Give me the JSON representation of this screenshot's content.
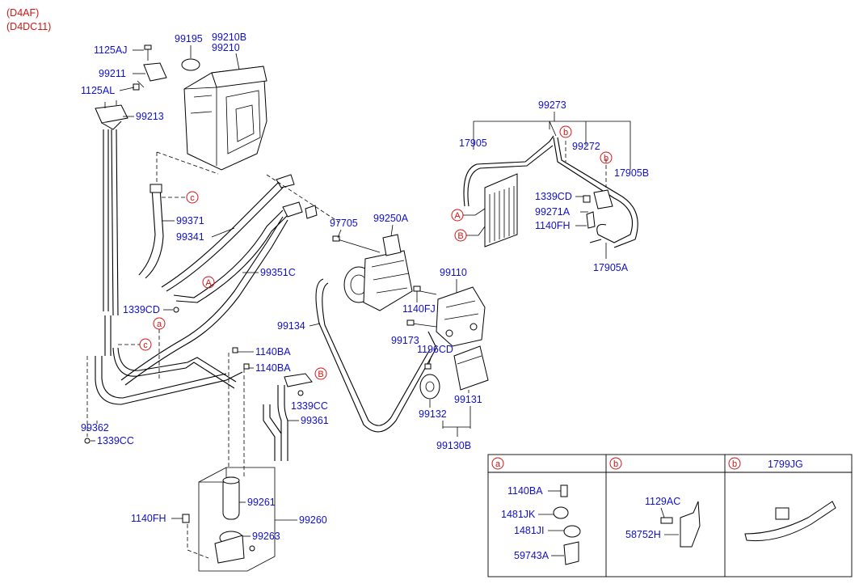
{
  "engine_codes": [
    "(D4AF)",
    "(D4DC11)"
  ],
  "colors": {
    "label": "#1010c8",
    "reference": "#d21414",
    "line": "#000000"
  },
  "labels": {
    "p1125AJ": "1125AJ",
    "p99195": "99195",
    "p99210B": "99210B",
    "p99210": "99210",
    "p99211": "99211",
    "p1125AL": "1125AL",
    "p99213": "99213",
    "p99371": "99371",
    "p99341": "99341",
    "p99351C": "99351C",
    "p97705": "97705",
    "p99250A": "99250A",
    "p99110": "99110",
    "p1339CD_a": "1339CD",
    "p1140FJ": "1140FJ",
    "p99173": "99173",
    "p99134": "99134",
    "p1196CD": "1196CD",
    "p1140BA_1": "1140BA",
    "p1140BA_2": "1140BA",
    "p1339CC_a": "1339CC",
    "p99361": "99361",
    "p99362": "99362",
    "p1339CC_b": "1339CC",
    "p99132": "99132",
    "p99131": "99131",
    "p99130B": "99130B",
    "p99261": "99261",
    "p99260": "99260",
    "p1140FH_a": "1140FH",
    "p99263": "99263",
    "p99273": "99273",
    "p17905": "17905",
    "p99272": "99272",
    "p17905B": "17905B",
    "p1339CD_b": "1339CD",
    "p99271A": "99271A",
    "p1140FH_b": "1140FH",
    "p17905A": "17905A"
  },
  "reference_markers": {
    "A": "A",
    "B": "B",
    "a": "a",
    "b": "b",
    "c": "c"
  },
  "detail_table": {
    "col_a": {
      "marker": "a",
      "header": "",
      "items": [
        "1140BA",
        "1481JK",
        "1481JI",
        "59743A"
      ]
    },
    "col_b": {
      "marker": "b",
      "header": "",
      "items": [
        "1129AC",
        "58752H"
      ]
    },
    "col_c": {
      "marker": "b",
      "header": "1799JG",
      "items": []
    }
  }
}
